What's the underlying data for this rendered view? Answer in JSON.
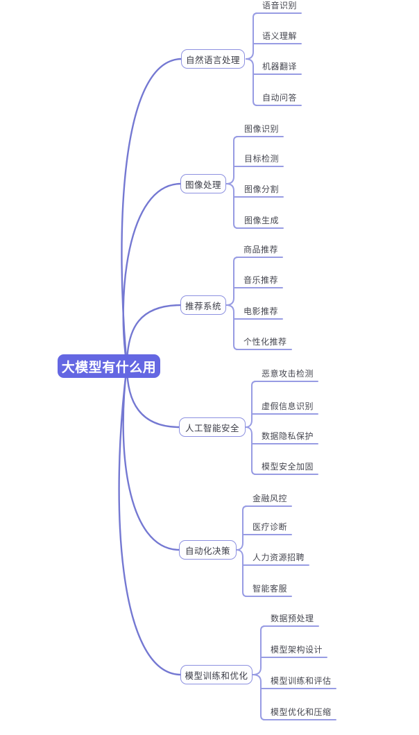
{
  "title": "大模型有什么用",
  "colors": {
    "root_fill": "#6467E2",
    "root_text": "#FFFFFF",
    "curve": "#7478D2",
    "connector": "#979BE3",
    "branch_border": "#8C90E0",
    "branch_fill": "#FEFEFF",
    "branch_text": "#3A3B45",
    "leaf_text": "#45464F",
    "background": "#FFFFFF"
  },
  "chart_data": {
    "type": "mindmap",
    "root": "大模型有什么用",
    "branches": [
      {
        "label": "自然语言处理",
        "children": [
          "语音识别",
          "语义理解",
          "机器翻译",
          "自动问答"
        ]
      },
      {
        "label": "图像处理",
        "children": [
          "图像识别",
          "目标检测",
          "图像分割",
          "图像生成"
        ]
      },
      {
        "label": "推荐系统",
        "children": [
          "商品推荐",
          "音乐推荐",
          "电影推荐",
          "个性化推荐"
        ]
      },
      {
        "label": "人工智能安全",
        "children": [
          "恶意攻击检测",
          "虚假信息识别",
          "数据隐私保护",
          "模型安全加固"
        ]
      },
      {
        "label": "自动化决策",
        "children": [
          "金融风控",
          "医疗诊断",
          "人力资源招聘",
          "智能客服"
        ]
      },
      {
        "label": "模型训练和优化",
        "children": [
          "数据预处理",
          "模型架构设计",
          "模型训练和评估",
          "模型优化和压缩"
        ]
      }
    ]
  },
  "tree": {
    "root": "大模型有什么用",
    "branches": [
      {
        "label": "自然语言处理",
        "children": [
          "语音识别",
          "语义理解",
          "机器翻译",
          "自动问答"
        ]
      },
      {
        "label": "图像处理",
        "children": [
          "图像识别",
          "目标检测",
          "图像分割",
          "图像生成"
        ]
      },
      {
        "label": "推荐系统",
        "children": [
          "商品推荐",
          "音乐推荐",
          "电影推荐",
          "个性化推荐"
        ]
      },
      {
        "label": "人工智能安全",
        "children": [
          "恶意攻击检测",
          "虚假信息识别",
          "数据隐私保护",
          "模型安全加固"
        ]
      },
      {
        "label": "自动化决策",
        "children": [
          "金融风控",
          "医疗诊断",
          "人力资源招聘",
          "智能客服"
        ]
      },
      {
        "label": "模型训练和优化",
        "children": [
          "数据预处理",
          "模型架构设计",
          "模型训练和评估",
          "模型优化和压缩"
        ]
      }
    ]
  }
}
